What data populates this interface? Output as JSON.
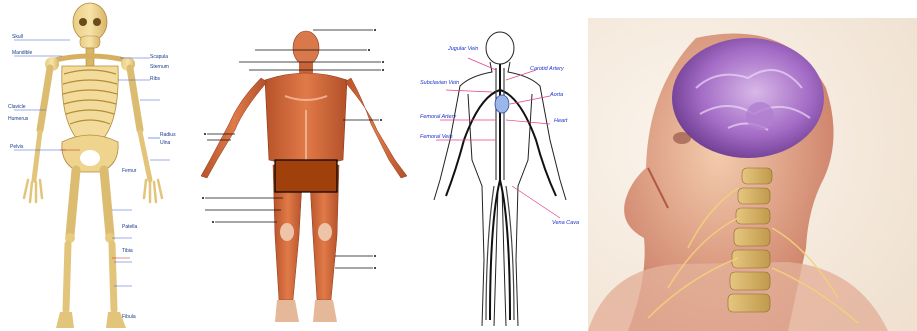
{
  "panels": [
    {
      "name": "skeleton",
      "labels_left": [
        "Skull",
        "Mandible",
        "Clavicle",
        "Humerus",
        "Pelvis"
      ],
      "labels_right": [
        "Scapula",
        "Sternum",
        "Ribs",
        "Radius",
        "Ulna",
        "Femur",
        "Patella",
        "Tibia",
        "Fibula"
      ]
    },
    {
      "name": "muscles",
      "censor_color": "#a0400a"
    },
    {
      "name": "vessels",
      "labels": [
        "Jugular Vein",
        "Carotid Artery",
        "Subclavian Vein",
        "Aorta",
        "Heart",
        "Femoral Artery",
        "Femoral Vein",
        "Vena Cava"
      ]
    },
    {
      "name": "head",
      "subject": "nervous system illustration"
    }
  ]
}
